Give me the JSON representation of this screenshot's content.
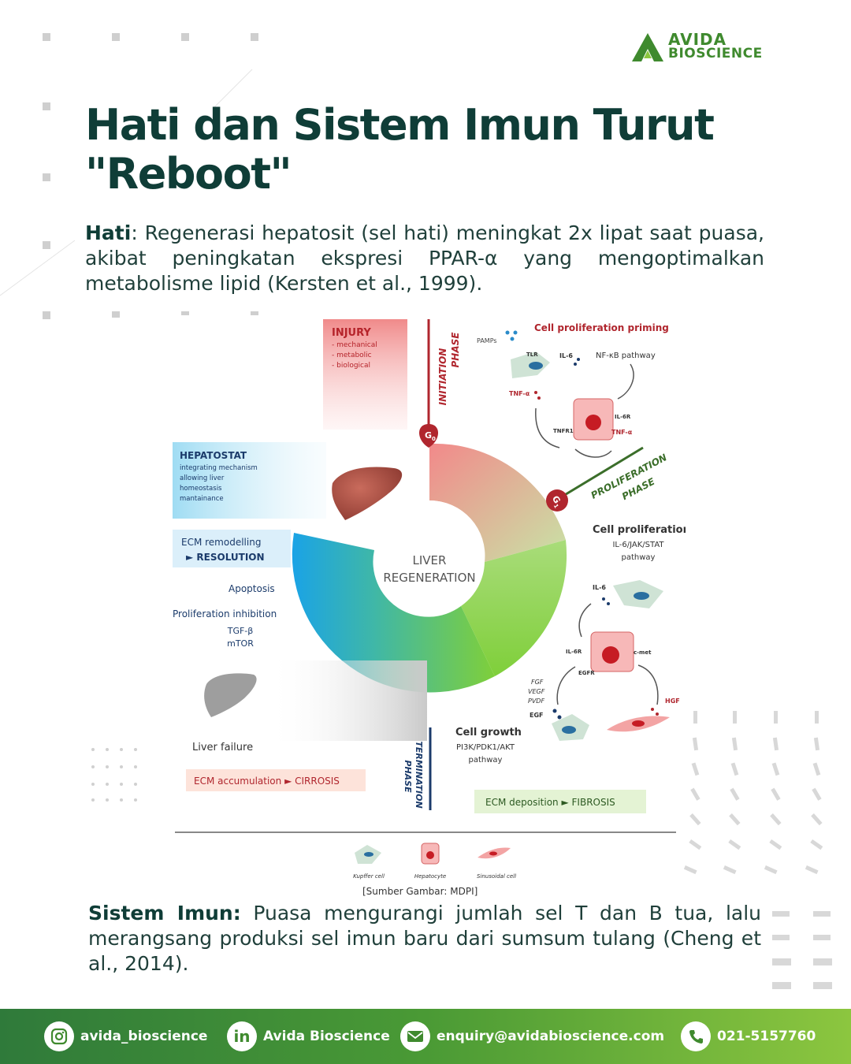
{
  "brand": {
    "line1": "AVIDA",
    "line2": "BIOSCIENCE",
    "color": "#3f8a2e"
  },
  "title": "Hati dan Sistem Imun Turut \"Reboot\"",
  "liver_paragraph": {
    "label": "Hati",
    "text": ": Regenerasi hepatosit (sel hati) meningkat 2x lipat saat puasa, akibat peningkatan ekspresi PPAR-α yang mengoptimalkan metabolisme lipid (Kersten et al., 1999)."
  },
  "diagram": {
    "center": [
      "LIVER",
      "REGENERATION"
    ],
    "injury_title": "INJURY",
    "injury_items": [
      "- mechanical",
      "- metabolic",
      "- biological"
    ],
    "initiation_phase": [
      "INITIATION",
      "PHASE"
    ],
    "g0": "G",
    "g0_sub": "0",
    "g1": "G",
    "g1_sub": "1",
    "proliferation_phase": [
      "PROLIFERATION",
      "PHASE"
    ],
    "termination_phase": [
      "TERMINATION",
      "PHASE"
    ],
    "priming_title": "Cell proliferation priming",
    "pamps": "PAMPs",
    "tlr": "TLR",
    "il6": "IL-6",
    "nfkb": "NF-κB pathway",
    "tnfa": "TNF-α",
    "il6r": "IL-6R",
    "tnfr1": "TNFR1",
    "tnfa2": "TNF-α",
    "prolif_title": "Cell proliferation",
    "prolif_sub": [
      "IL-6/JAK/STAT",
      "pathway"
    ],
    "il6_b": "IL-6",
    "il6r_b": "IL-6R",
    "cmet": "c-met",
    "egfr": "EGFR",
    "growth_factors": [
      "FGF",
      "VEGF",
      "PVDF"
    ],
    "egf": "EGF",
    "hgf": "HGF",
    "growth_title": "Cell growth",
    "growth_sub": [
      "PI3K/PDK1/AKT",
      "pathway"
    ],
    "hepatostat_title": "HEPATOSTAT",
    "hepatostat_items": [
      "integrating mechanism",
      "allowing liver",
      "homeostasis",
      "mantainance"
    ],
    "ecm_remodelling": [
      "ECM remodelling",
      "► RESOLUTION"
    ],
    "apoptosis": "Apoptosis",
    "prolif_inhibition": "Proliferation inhibition",
    "inhibitors": [
      "TGF-β",
      "mTOR"
    ],
    "liver_failure": "Liver failure",
    "ecm_cirrosis": "ECM accumulation ► CIRROSIS",
    "ecm_fibrosis": "ECM deposition ► FIBROSIS",
    "legend": [
      "Kupffer cell",
      "Hepatocyte",
      "Sinusoidal cell"
    ]
  },
  "source": "[Sumber Gambar: MDPI]",
  "immune_paragraph": {
    "label": "Sistem Imun:",
    "text": " Puasa mengurangi jumlah sel T dan B tua, lalu merangsang produksi sel imun baru dari sumsum tulang (Cheng et al., 2014)."
  },
  "footer": {
    "instagram": "avida_bioscience",
    "linkedin": "Avida Bioscience",
    "email": "enquiry@avidabioscience.com",
    "phone": "021-5157760",
    "gradient_start": "#2f7a3a",
    "gradient_end": "#8cc63f"
  }
}
